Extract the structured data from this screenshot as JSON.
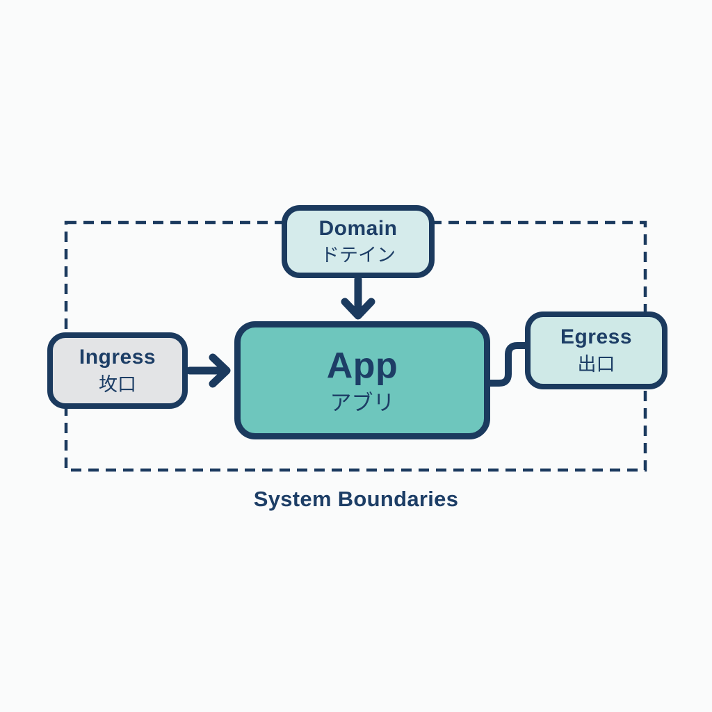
{
  "diagram_type": "system-boundary-diagram",
  "boundary": {
    "label": "System Boundaries",
    "style": "dashed-rectangle"
  },
  "nodes": {
    "domain": {
      "label": "Domain",
      "sublabel": "ドテイン"
    },
    "ingress": {
      "label": "Ingress",
      "sublabel": "坆口"
    },
    "app": {
      "label": "App",
      "sublabel": "アブリ"
    },
    "egress": {
      "label": "Egress",
      "sublabel": "出口"
    }
  },
  "edges": [
    {
      "from": "Domain",
      "to": "App",
      "style": "arrow",
      "direction": "down"
    },
    {
      "from": "Ingress",
      "to": "App",
      "style": "arrow",
      "direction": "right"
    },
    {
      "from": "App",
      "to": "Egress",
      "style": "elbow-connector",
      "direction": "right"
    }
  ],
  "colors": {
    "ink": "#1b3a5e",
    "text": "#1d3e66",
    "background": "#fafbfb",
    "domain_fill": "#d5ebeb",
    "ingress_fill": "#e3e4e6",
    "app_fill": "#6ec6bd",
    "egress_fill": "#cfe9e7"
  }
}
